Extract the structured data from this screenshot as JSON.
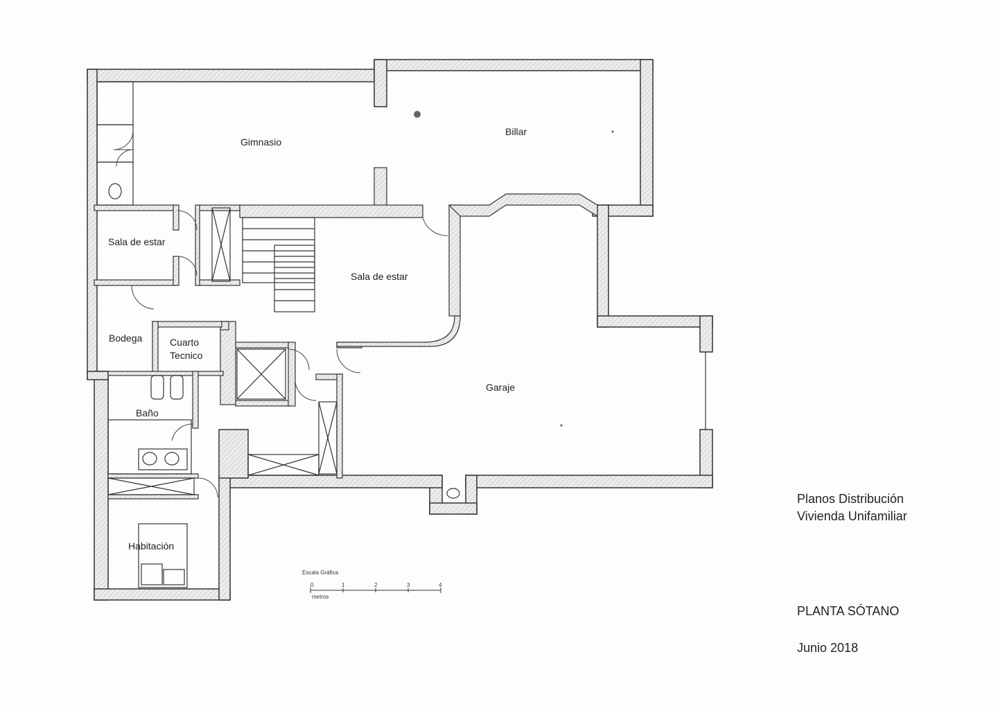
{
  "rooms": {
    "gimnasio": "Gimnasio",
    "billar": "Billar",
    "sala_estar_1": "Sala de estar",
    "sala_estar_2": "Sala de estar",
    "bodega": "Bodega",
    "cuarto_tecnico_1": "Cuarto",
    "cuarto_tecnico_2": "Tecnico",
    "bano": "Baño",
    "garaje": "Garaje",
    "habitacion": "Habitación"
  },
  "scale": {
    "title": "Escala Gráfica",
    "unit": "metros",
    "ticks": [
      "0",
      "1",
      "2",
      "3",
      "4"
    ]
  },
  "title_block": {
    "line1": "Planos Distribución",
    "line2": "Vivienda Unifamiliar",
    "floor": "PLANTA SÓTANO",
    "date": "Junio 2018"
  }
}
